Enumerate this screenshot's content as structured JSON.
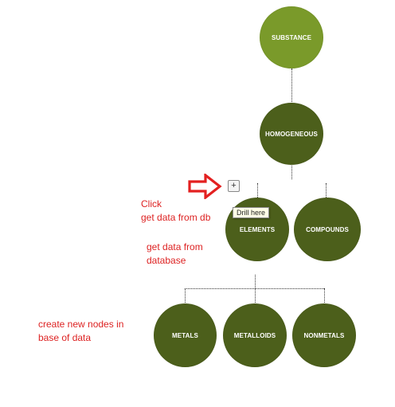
{
  "nodes": {
    "substance": "SUBSTANCE",
    "homogeneous": "HOMOGENEOUS",
    "elements": "ELEMENTS",
    "compounds": "COMPOUNDS",
    "metals": "METALS",
    "metalloids": "METALLOIDS",
    "nonmetals": "NONMETALS"
  },
  "controls": {
    "expand_button_label": "+",
    "tooltip": "Drill here"
  },
  "annotations": {
    "click": "Click\nget data from db",
    "get_data": "get data from\ndatabase",
    "create_nodes": "create new nodes in\nbase of data"
  },
  "colors": {
    "node_light": "#7a9a2a",
    "node_dark": "#4c5f1b",
    "annotation_text": "#dd2222",
    "arrow": "#e32020"
  },
  "icons": {
    "arrow": "right-arrow-icon"
  }
}
